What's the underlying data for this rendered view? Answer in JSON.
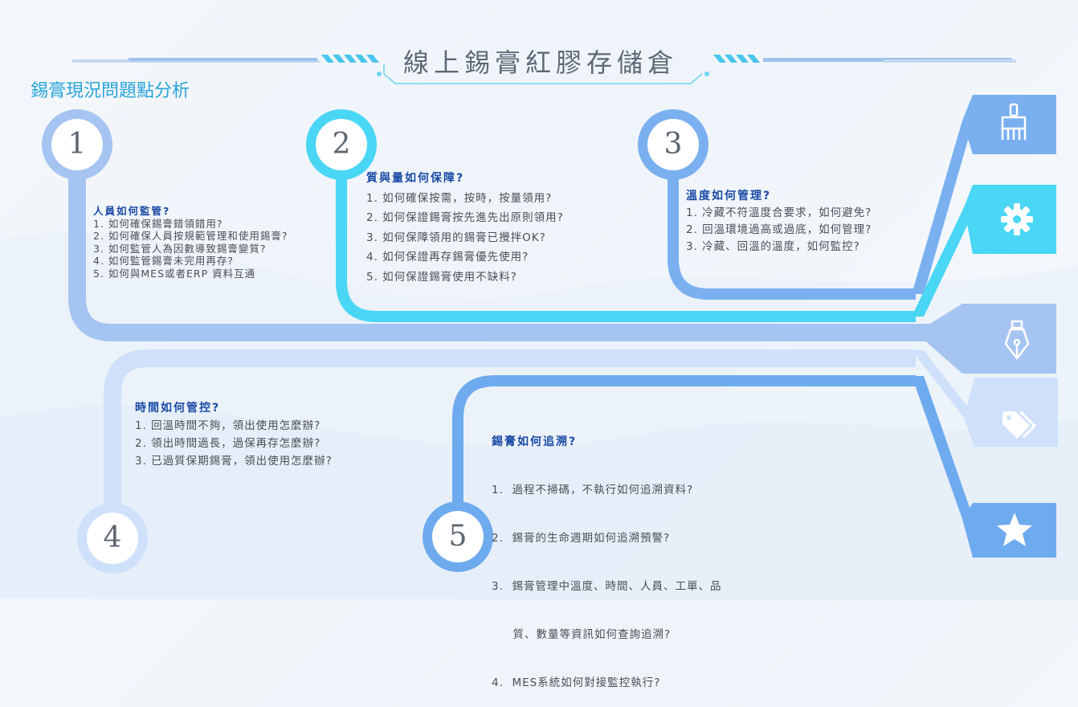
{
  "title": "線上錫膏紅膠存儲倉",
  "subtitle": "錫膏現況問題點分析",
  "colors": {
    "c1": "#a6c4f1",
    "c2": "#4ad6f5",
    "c3": "#7ab0f0",
    "c4": "#cfe0fa",
    "c5": "#6eaaee",
    "title_text": "#5d6876",
    "heading": "#1b4aa5",
    "subtitle": "#2aa3d8"
  },
  "numbers": [
    "1",
    "2",
    "3",
    "4",
    "5"
  ],
  "sections": [
    {
      "heading": "人員如何監管?",
      "items": [
        "1.  如何確保錫膏錯領錯用?",
        "2.  如何確保人員按規範管理和使用錫膏?",
        "3.  如何監管人為因數導致錫膏變質?",
        "4.  如何監管錫膏未完用再存?",
        "5.  如何與MES或者ERP 資料互通"
      ]
    },
    {
      "heading": "質與量如何保障?",
      "items": [
        "1. 如何確保按需，按時，按量領用?",
        "2. 如何保證錫膏按先進先出原則領用?",
        "3. 如何保障領用的錫膏已攪拌OK?",
        "4. 如何保證再存錫膏優先使用?",
        "5. 如何保證錫膏使用不缺料?"
      ]
    },
    {
      "heading": "溫度如何管理?",
      "items": [
        "1.  冷藏不符溫度合要求，如何避免?",
        "2.  回溫環境過高或過底，如何管理?",
        "3.  冷藏、回溫的溫度，如何監控?"
      ]
    },
    {
      "heading": "時間如何管控?",
      "items": [
        "1.  回溫時間不夠，領出使用怎麼辦?",
        "2.  領出時間過長，過保再存怎麼辦?",
        "3.  已過質保期錫膏，領出使用怎麼辦?"
      ]
    },
    {
      "heading": "錫膏如何追溯?",
      "items": [
        "1.  過程不掃碼，不執行如何追溯資料?",
        "2.  錫膏的生命週期如何追溯預警?",
        "3.  錫膏管理中溫度、時間、人員、工單、品",
        "     質、數量等資訊如何查詢追溯?",
        "4.  MES系統如何對接監控執行?"
      ]
    }
  ],
  "side_icons": [
    "brush-icon",
    "gear-icon",
    "pen-nib-icon",
    "tag-icon",
    "star-icon"
  ]
}
